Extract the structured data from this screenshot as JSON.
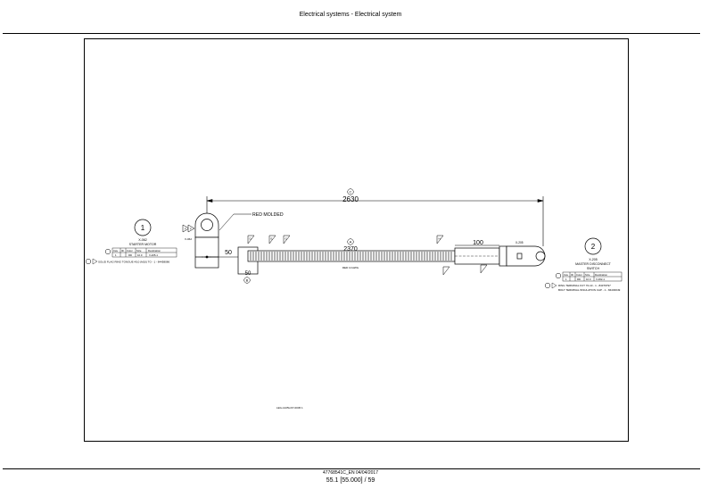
{
  "header": {
    "title": "Electrical systems - Electrical system"
  },
  "footer": {
    "doc_ref": "47768541C_EN 04/04/2017",
    "page": "55.1 [55.000] / 59"
  },
  "drawing": {
    "id_label": "LEG-1425L/07-0045   1",
    "overall_length": "2630",
    "cable_length": "2370",
    "left_offset": "50",
    "tube_width": "50",
    "right_offset": "100",
    "molded_note": "RED MOLDED",
    "cable_spec": "RED 10 AWG",
    "circle_a": "A",
    "circle_b": "B",
    "circle_c": "C",
    "flag_f": "F",
    "flag_d": "D",
    "flag_e": "E",
    "flag_g": "G",
    "flag_h": "H",
    "x062_tag": "X-062",
    "x205_tag": "X-205",
    "left_end": {
      "number": "1",
      "connector": "X-062",
      "name": "STARTER MOTOR",
      "table_headers": [
        "Cav",
        "ID",
        "Color",
        "Size",
        "Destination"
      ],
      "table_row": [
        "1",
        "",
        "RD",
        "10.0",
        "X-205-1"
      ],
      "part_note": "SOLID FLAG RING TONGUE 4/10 (M10) TO - 1 - 84458086"
    },
    "right_end": {
      "number": "2",
      "connector": "X-205",
      "name_line1": "MASTER DISCONNECT",
      "name_line2": "SWITCH",
      "table_headers": [
        "Cav",
        "ID",
        "Color",
        "Size",
        "Destination"
      ],
      "table_row": [
        "1",
        "",
        "RD",
        "10.0",
        "X-062-1"
      ],
      "part_note_1": "RING TERMINAL FCT  70-10 - 1 - 84379797",
      "part_note_2": "BOLT TERMINAL INSULATION CAP - 1 - 84430049"
    }
  }
}
